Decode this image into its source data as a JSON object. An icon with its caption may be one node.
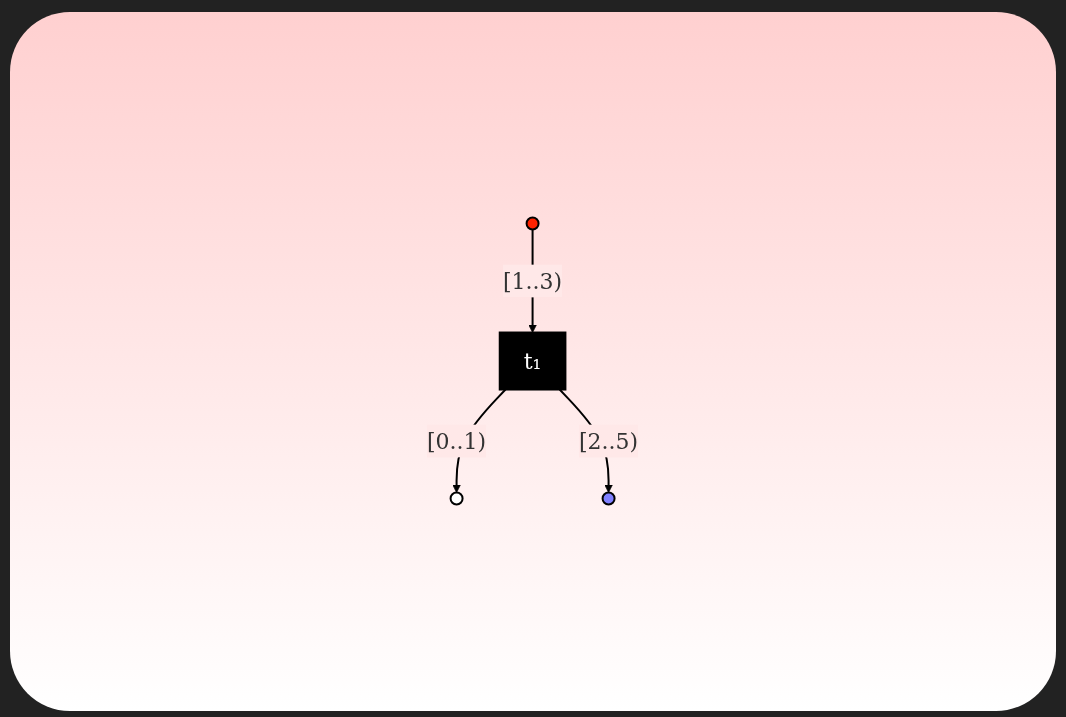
{
  "diagram": {
    "nodes": [
      {
        "text": [],
        "shape": "circle"
      },
      {
        "text": [
          "t₁"
        ]
      },
      {
        "text": [],
        "shape": "circle"
      },
      {
        "text": [],
        "shape": "circle"
      }
    ],
    "edges": [
      {
        "from": 0,
        "to": 1,
        "arrow": "to",
        "label": "[1..3)"
      },
      {
        "from": 1,
        "to": 2,
        "arrow": "to",
        "label": "[0..1)"
      },
      {
        "from": 1,
        "to": 3,
        "arrow": "to",
        "label": "[2..5)"
      }
    ]
  }
}
